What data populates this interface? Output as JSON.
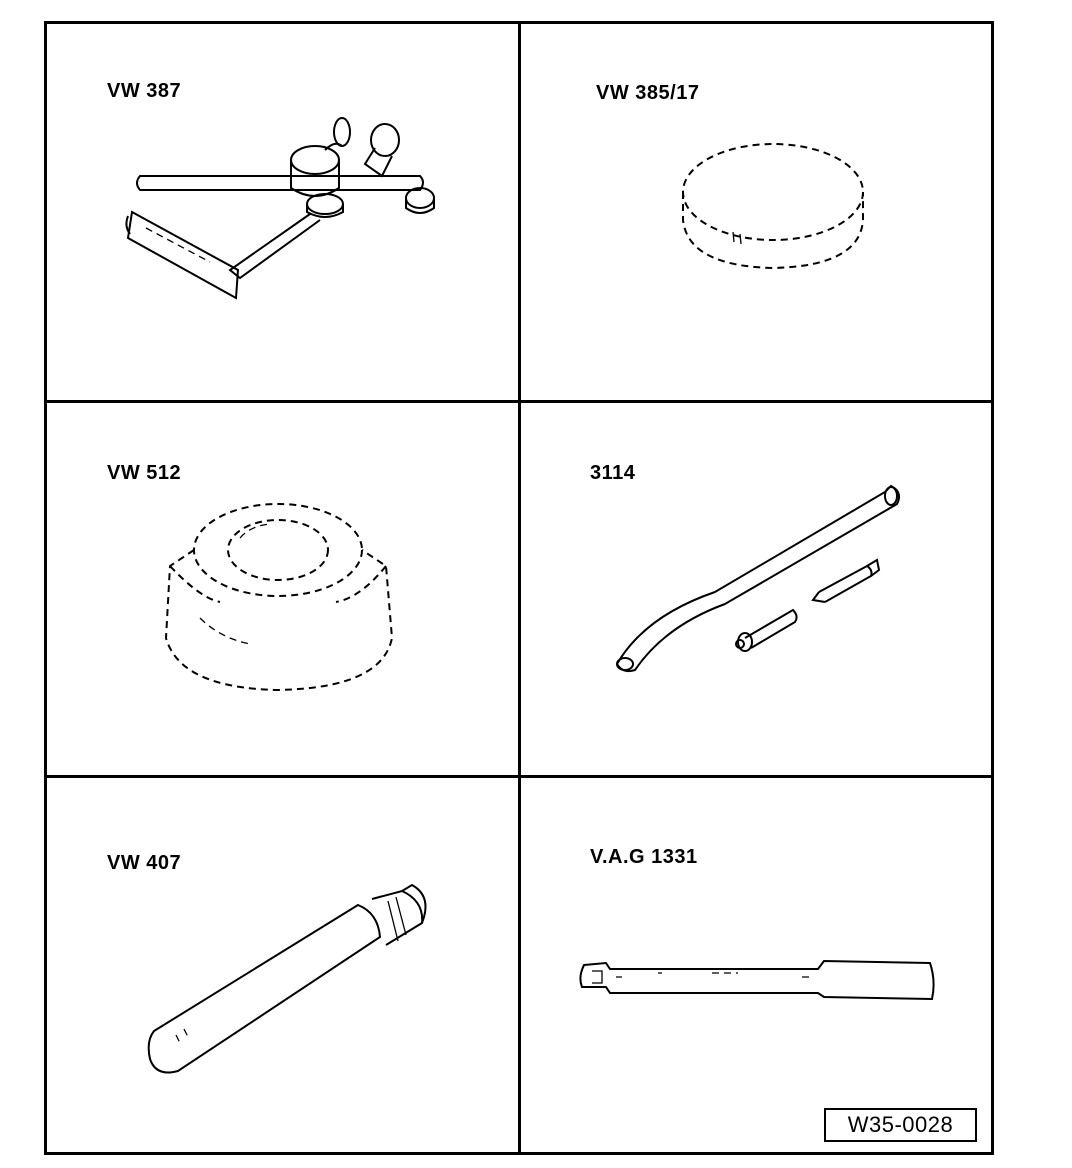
{
  "tools": [
    {
      "id": "vw387",
      "label": "VW 387"
    },
    {
      "id": "vw385",
      "label": "VW 385/17"
    },
    {
      "id": "vw512",
      "label": "VW 512"
    },
    {
      "id": "t3114",
      "label": "3114"
    },
    {
      "id": "vw407",
      "label": "VW 407"
    },
    {
      "id": "vag1331",
      "label": "V.A.G 1331"
    }
  ],
  "figure_ref": "W35-0028"
}
